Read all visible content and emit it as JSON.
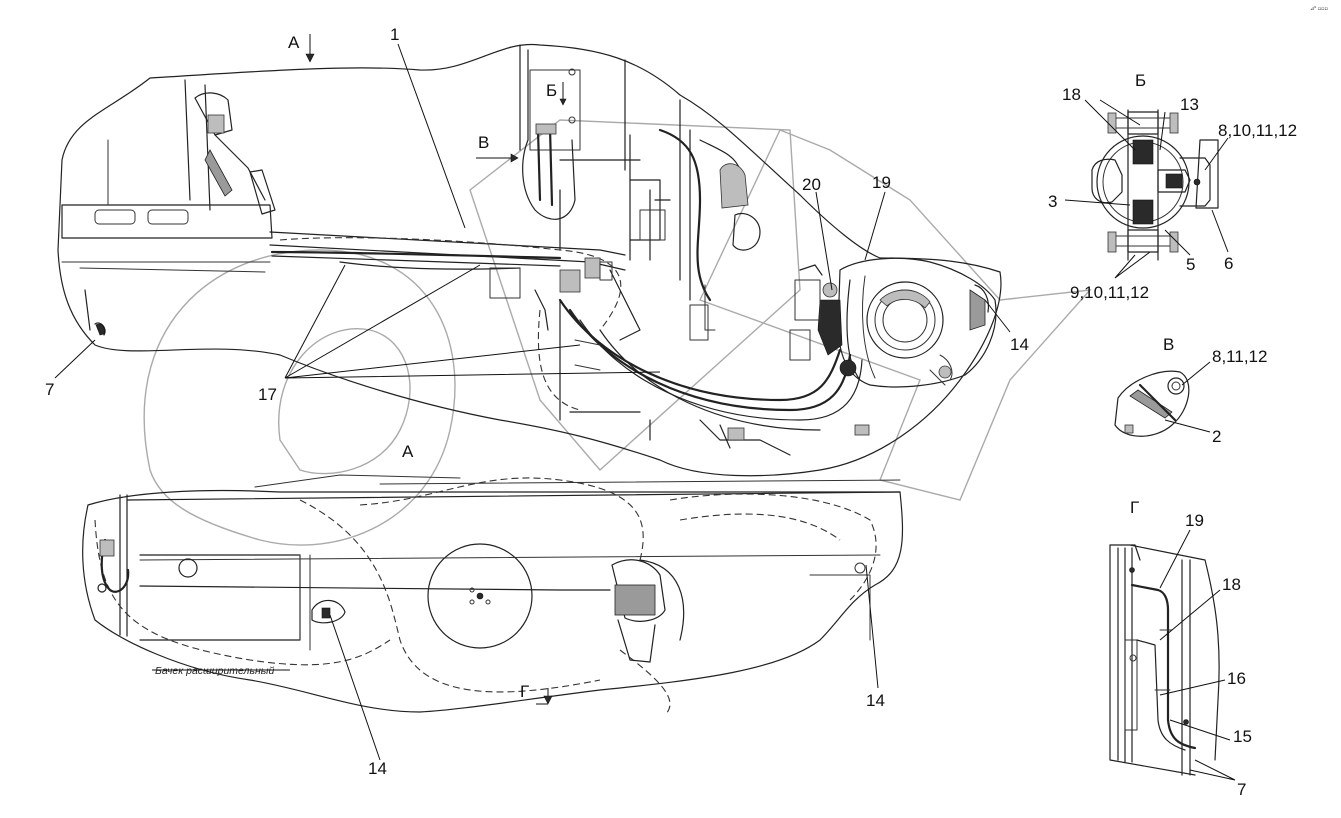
{
  "drawing": {
    "caption": "Бачек расширительный",
    "corner_marks": "⊿⁰ ▫▫▫",
    "views": {
      "view_A_arrow": "А",
      "view_A_title": "А",
      "view_B_arrow": "Б",
      "view_B_title": "Б",
      "view_V_arrow": "В",
      "view_V_title": "В",
      "view_G_arrow": "Г",
      "view_G_title": "Г"
    },
    "callouts": {
      "c1": "1",
      "c2": "2",
      "c3": "3",
      "c5": "5",
      "c6": "6",
      "c7_left": "7",
      "c7_right": "7",
      "c13": "13",
      "c14_top": "14",
      "c14_mid": "14",
      "c14_bottom": "14",
      "c15": "15",
      "c16": "16",
      "c17": "17",
      "c18_b": "18",
      "c18_g": "18",
      "c19_top": "19",
      "c19_g": "19",
      "c20": "20",
      "c8_10_11_12": "8,10,11,12",
      "c9_10_11_12": "9,10,11,12",
      "c8_11_12": "8,11,12"
    }
  }
}
